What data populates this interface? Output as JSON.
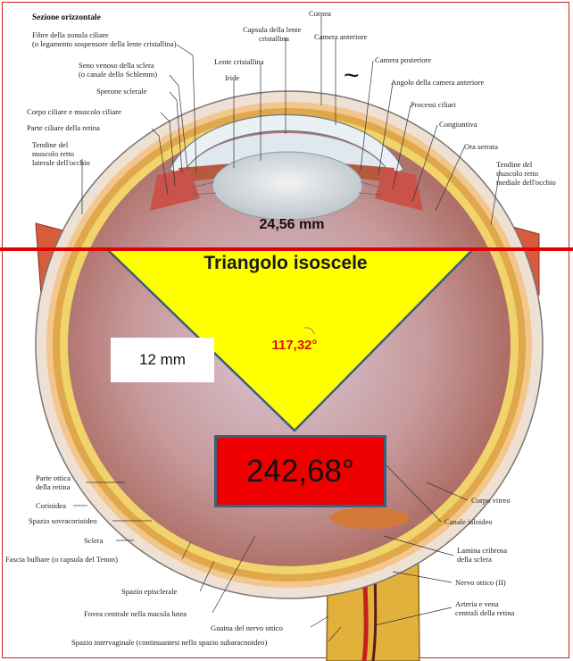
{
  "labels": {
    "section_title": "Sezione orizzontale",
    "fibers_1": "Fibre della zonula ciliare",
    "fibers_2": "(o legamento sospensore della lente cristallina)",
    "schlemm_1": "Seno venoso della sclera",
    "schlemm_2": "(o canale dello Schlemm)",
    "scleral_spur": "Sperone sclerale",
    "ciliary_body": "Corpo ciliare e muscolo ciliare",
    "ciliary_retina": "Parte ciliare della retina",
    "lat_rectus_1": "Tendine del",
    "lat_rectus_2": "muscolo retto",
    "lat_rectus_3": "laterale dell'occhio",
    "lens_capsule_1": "Capsula della lente",
    "lens_capsule_2": "cristallina",
    "lens": "Lente cristallina",
    "iris": "Iride",
    "cornea": "Cornea",
    "anterior_chamber": "Camera anteriore",
    "posterior_chamber": "Camera posteriore",
    "chamber_angle": "Angolo della camera anteriore",
    "ciliary_processes": "Processi ciliari",
    "conjunctiva": "Congiuntiva",
    "ora_serrata": "Ora serrata",
    "med_rectus_1": "Tendine del",
    "med_rectus_2": "muscolo retto",
    "med_rectus_3": "mediale dell'occhio",
    "optic_retina_1": "Parte ottica",
    "optic_retina_2": "della retina",
    "choroid": "Corioidea",
    "suprachoroid": "Spazio sovracorioideo",
    "sclera": "Sclera",
    "tenon": "Fascia bulbare (o capsula del Tenon)",
    "episcleral": "Spazio episclerale",
    "fovea": "Fovea centrale nella macula lutea",
    "optic_sheath": "Guaina del nervo ottico",
    "intervaginal": "Spazio intervaginale (continuantesi nello spazio subaracnoideo)",
    "vitreous": "Corpo vitreo",
    "hyaloid_canal": "Canale ialoideo",
    "lamina_1": "Lamina cribrosa",
    "lamina_2": "della sclera",
    "optic_nerve": "Nervo ottico (II)",
    "artery_1": "Arteria e vena",
    "artery_2": "centrali della retina"
  },
  "annotations": {
    "chord_measure": "24,56 mm",
    "triangle_title": "Triangolo isoscele",
    "side_length": "12 mm",
    "apex_angle": "117,32°",
    "reflex_angle": "242,68°",
    "tilde_mark": "~"
  },
  "colors": {
    "triangle_fill": "#ffff00",
    "horizontal_line": "#e00000",
    "reflex_box_fill": "#ee0000",
    "reflex_box_border": "#3b5f7d",
    "apex_angle_text": "#e01010"
  }
}
